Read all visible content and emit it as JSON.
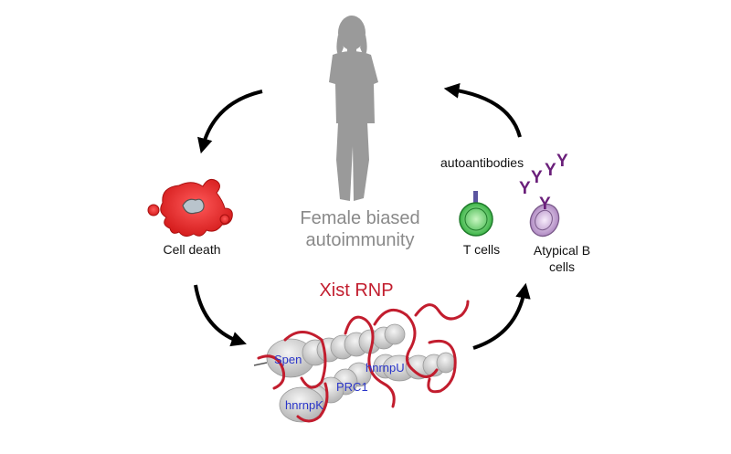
{
  "diagram": {
    "center_label": [
      "Female biased",
      "autoimmunity"
    ],
    "cycle_direction": "counter-clockwise",
    "nodes": {
      "cell_death": {
        "label": "Cell death"
      },
      "xist_rnp": {
        "title": "Xist RNP",
        "proteins": [
          "Spen",
          "hnrnpU",
          "PRC1",
          "hnrnpK"
        ]
      },
      "immune": {
        "autoantibodies_label": "autoantibodies",
        "t_cells_label": "T cells",
        "b_cells_label": "Atypical B cells"
      },
      "female_figure": {
        "icon": "woman-silhouette"
      }
    },
    "arrows": [
      {
        "from": "female_figure",
        "to": "cell_death"
      },
      {
        "from": "cell_death",
        "to": "xist_rnp"
      },
      {
        "from": "xist_rnp",
        "to": "immune"
      },
      {
        "from": "immune",
        "to": "female_figure"
      }
    ],
    "colors": {
      "rna_red": "#c21d2e",
      "protein_blue": "#2a35c9",
      "silhouette_gray": "#9a9a9a",
      "antibody_purple": "#6a1f7a",
      "t_cell_green": "#3cbf4a",
      "b_cell_lilac": "#c9a3d4",
      "cell_red": "#e02a2a"
    }
  }
}
